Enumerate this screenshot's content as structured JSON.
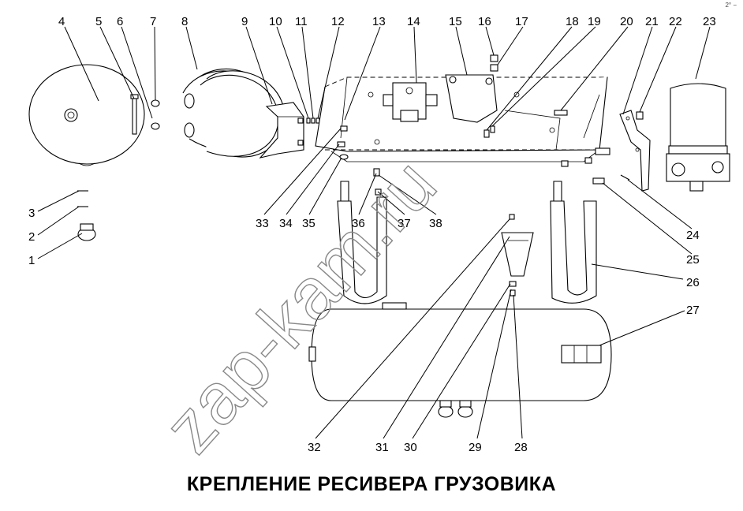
{
  "title": "КРЕПЛЕНИЕ РЕСИВЕРА ГРУЗОВИКА",
  "watermark": "zap-kam.ru",
  "corner_mark": "2° −",
  "callouts": [
    "1",
    "2",
    "3",
    "4",
    "5",
    "6",
    "7",
    "8",
    "9",
    "10",
    "11",
    "12",
    "13",
    "14",
    "15",
    "16",
    "17",
    "18",
    "19",
    "20",
    "21",
    "22",
    "23",
    "24",
    "25",
    "26",
    "27",
    "28",
    "29",
    "30",
    "31",
    "32",
    "33",
    "34",
    "35",
    "36",
    "37",
    "38"
  ]
}
